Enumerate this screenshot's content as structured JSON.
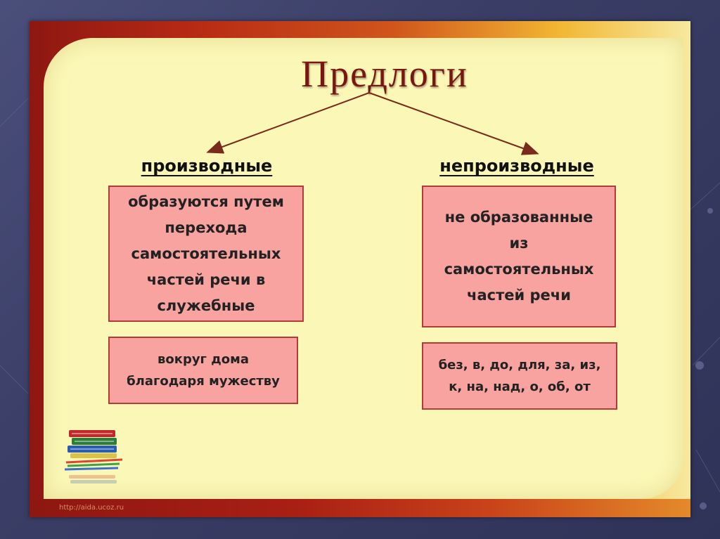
{
  "title": "Предлоги",
  "left": {
    "label": "производные",
    "definition": "образуются путем\nперехода\nсамостоятельных\nчастей речи в\nслужебные",
    "examples": "вокруг дома\nблагодаря мужеству"
  },
  "right": {
    "label": "непроизводные",
    "definition": "не образованные\nиз\nсамостоятельных\nчастей речи",
    "examples": "без, в, до, для, за, из,\nк, на, над, о, об, от"
  },
  "footer": {
    "url": "http://aida.ucoz.ru"
  },
  "colors": {
    "title": "#7a1612",
    "box_fill": "#f8a3a0",
    "box_border": "#b23a38",
    "panel": "#fbf7b6",
    "arrow": "#7a2a1a"
  },
  "icons": [
    "books-icon",
    "pencils-icon"
  ]
}
